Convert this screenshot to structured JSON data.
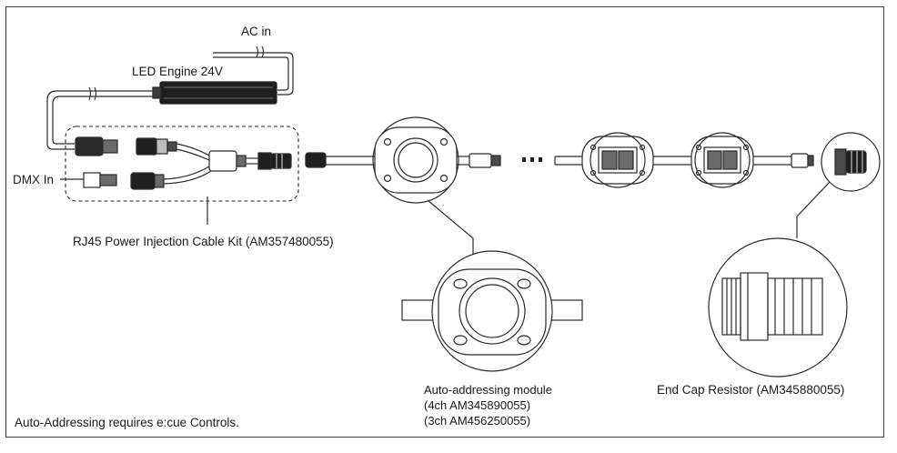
{
  "labels": {
    "ac_in": "AC in",
    "led_engine": "LED Engine 24V",
    "dmx_in": "DMX In",
    "kit": "RJ45 Power Injection Cable Kit (AM357480055)",
    "module_title": "Auto-addressing module",
    "module_4ch": "(4ch AM345890055)",
    "module_3ch": "(3ch AM456250055)",
    "end_cap": "End Cap Resistor (AM345880055)",
    "footnote": "Auto-Addressing requires e:cue Controls."
  },
  "colors": {
    "line": "#2a2a2a",
    "fill_dark": "#1f1f1f",
    "fill_mid": "#6b6b6b",
    "fill_light": "#bdbdbd"
  }
}
